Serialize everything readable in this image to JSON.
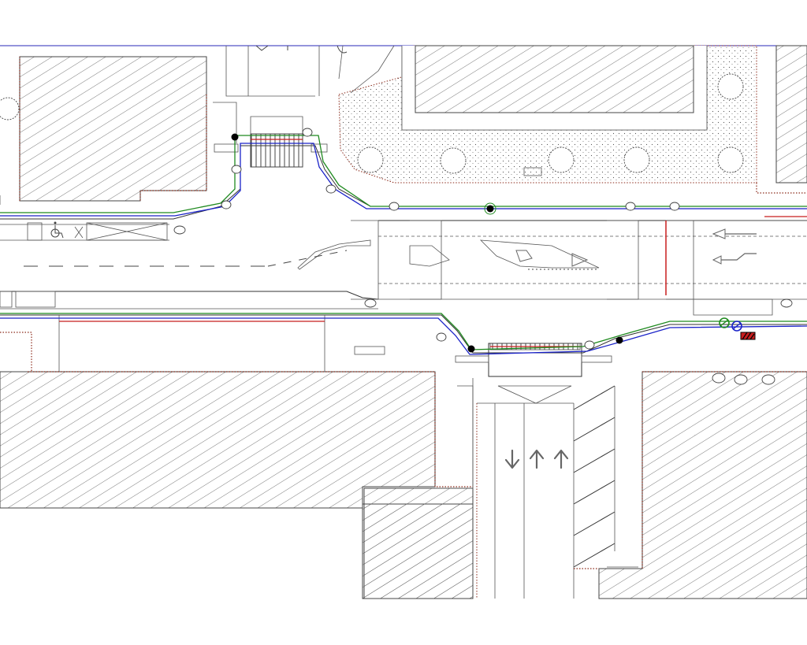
{
  "colors": {
    "background": "#ffffff",
    "linework": "#444444",
    "hatch": "#555555",
    "property_edge": "#8b2a1a",
    "frame_line": "#2a2ab8",
    "route_green": "#1f8a1f",
    "route_blue": "#1a22c8",
    "accent_red": "#c81e1e",
    "node_black": "#000000"
  },
  "icons": {
    "accessible_parking": "wheelchair-icon",
    "direction_arrows": [
      "arrow-down-icon",
      "arrow-up-icon",
      "arrow-up-icon"
    ],
    "lane_arrow_west": "arrow-left-icon",
    "turn_arrow": "turn-arrow-icon",
    "signal_green": "signal-green-icon",
    "signal_blue": "signal-blue-icon",
    "hazard_block": "hazard-block-icon",
    "tree_symbol": "tree-icon"
  },
  "nodes": [
    {
      "id": "n1",
      "color": "#000000"
    },
    {
      "id": "n2",
      "color": "#000000"
    },
    {
      "id": "n3",
      "color": "#000000"
    },
    {
      "id": "n4",
      "color": "#000000"
    },
    {
      "id": "n5",
      "color": "#000000"
    }
  ]
}
